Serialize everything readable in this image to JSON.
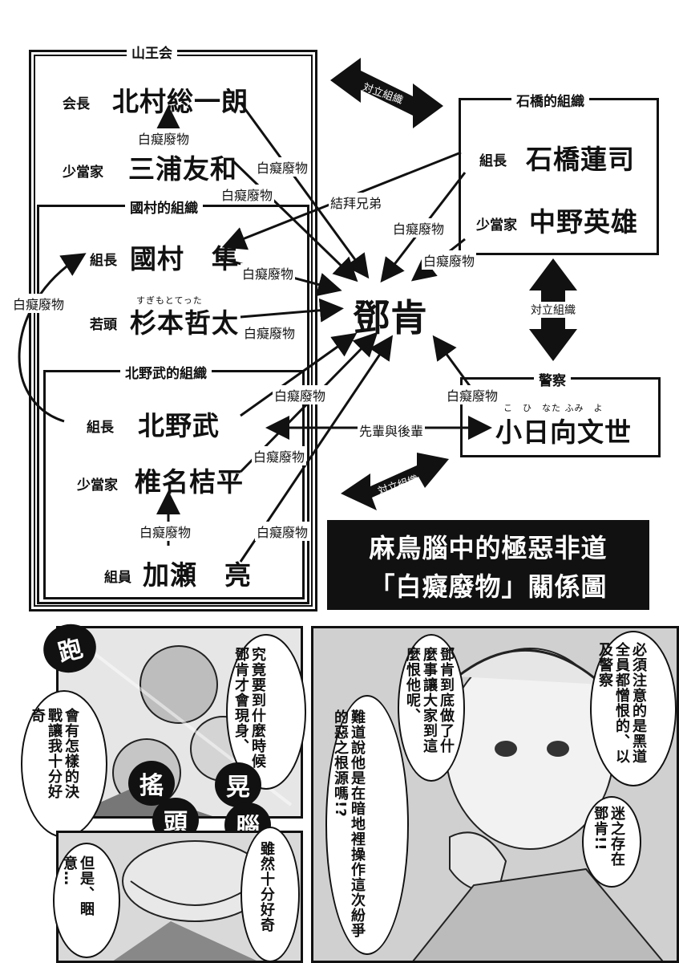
{
  "diagram": {
    "groups": {
      "sanno": "山王会",
      "ishibashi": "石橋的組織",
      "kunimura": "國村的組織",
      "kitano": "北野武的組織",
      "police": "警察"
    },
    "people": {
      "kitamura": {
        "role": "会長",
        "name": "北村総一朗"
      },
      "miura": {
        "role": "少當家",
        "name": "三浦友和"
      },
      "ishibashi": {
        "role": "組長",
        "name": "石橋蓮司"
      },
      "nakano": {
        "role": "少當家",
        "name": "中野英雄"
      },
      "kunimura": {
        "role": "組長",
        "name": "國村　隼"
      },
      "sugimoto": {
        "role": "若頭",
        "name": "杉本哲太",
        "ruby": "すぎもとてった"
      },
      "kitano": {
        "role": "組長",
        "name": "北野武"
      },
      "shiina": {
        "role": "少當家",
        "name": "椎名桔平"
      },
      "kase": {
        "role": "組員",
        "name": "加瀬　亮"
      },
      "kohinata": {
        "name": "小日向文世",
        "ruby": "こ　ひ　なた ふみ　よ"
      },
      "center": {
        "name": "鄧肯"
      }
    },
    "relations": {
      "hakuchi": "白癡廢物",
      "opposed": "対立組織",
      "opposed_vertical": "対立組織",
      "sworn": "結拜兄弟",
      "senpai": "先輩與後輩"
    },
    "title": {
      "line1": "麻鳥腦中的極惡非道",
      "line2": "「白癡廢物」關係圖"
    }
  },
  "comic": {
    "sfx": {
      "pao": "跑",
      "yao": "搖",
      "tou": "頭",
      "huang": "晃",
      "nao": "腦"
    },
    "panel1": {
      "bubble_a": "究竟要到什麼時候鄧肯才會現身、",
      "bubble_b": "會有怎樣的決戰讓我十分好奇"
    },
    "panel2": {
      "bubble_a": "雖然十分好奇",
      "bubble_b": "但是、睏意…"
    },
    "panel3": {
      "bubble_a": "鄧肯到底做了什麼事讓大家到這麼恨他呢、",
      "bubble_b": "難道說他是在暗地裡操作這次紛爭的惡之根源嗎!?",
      "bubble_c": "必須注意的是黑道全員都憎恨的、以及警察",
      "bubble_d": "迷之存在鄧肯!!"
    }
  }
}
